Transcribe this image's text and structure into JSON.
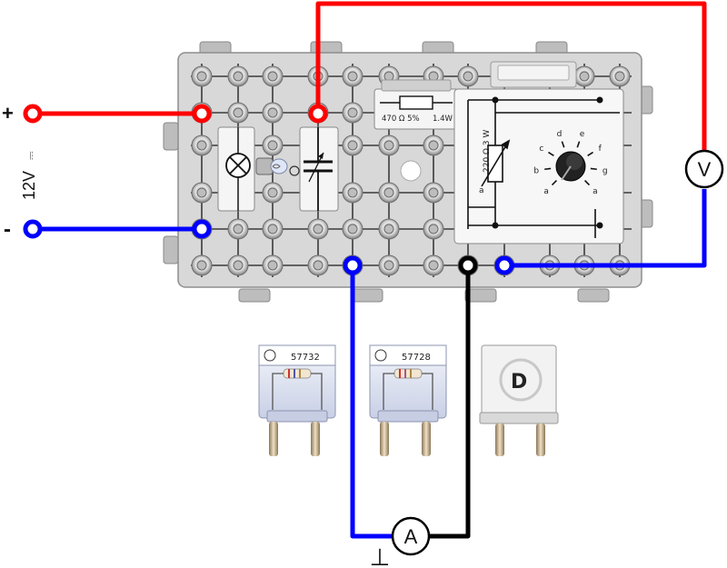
{
  "supply": {
    "plus_label": "+",
    "minus_label": "-",
    "voltage_label": "12V",
    "voltage_symbol": "⎓"
  },
  "meters": {
    "voltmeter_label": "V",
    "ammeter_label": "A",
    "ground_symbol": "⊥"
  },
  "board_components": {
    "resistor_label": "470 Ω 5%",
    "resistor_power": "1.4W",
    "potentiometer_label": "220 Ω  3 W",
    "pot_dial_positions": [
      "a",
      "b",
      "c",
      "d",
      "e",
      "f",
      "g",
      "a"
    ],
    "pot_terminal_a": "a"
  },
  "loose_components": [
    {
      "part_number": "57732"
    },
    {
      "part_number": "57728"
    },
    {
      "part_number": ""
    }
  ],
  "colors": {
    "positive_wire": "#ff0000",
    "negative_wire": "#0000ff",
    "ammeter_wire": "#000000",
    "board": "#d9d9d9"
  }
}
